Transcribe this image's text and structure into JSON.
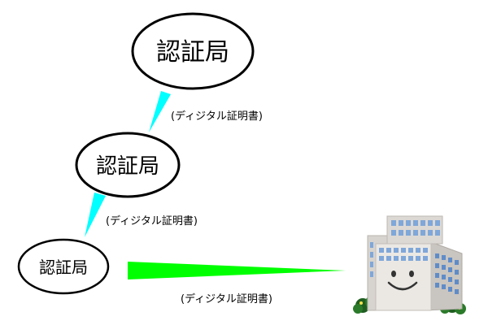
{
  "nodes": [
    {
      "id": "ca-root",
      "label": "認証局"
    },
    {
      "id": "ca-intermediate",
      "label": "認証局"
    },
    {
      "id": "ca-issuing",
      "label": "認証局"
    }
  ],
  "edges": [
    {
      "from": "ca-root",
      "to": "ca-intermediate",
      "label": "(ディジタル証明書)",
      "color": "#00ffff"
    },
    {
      "from": "ca-intermediate",
      "to": "ca-issuing",
      "label": "(ディジタル証明書)",
      "color": "#00ffff"
    },
    {
      "from": "ca-issuing",
      "to": "company",
      "label": "(ディジタル証明書)",
      "color": "#00ff00"
    }
  ],
  "company_icon": "smiling-office-building-icon"
}
